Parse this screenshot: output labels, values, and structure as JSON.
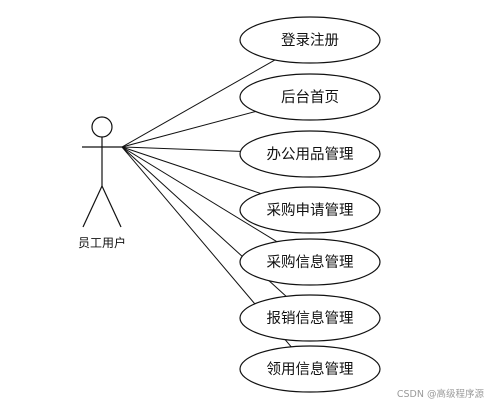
{
  "actor": {
    "label": "员工用户"
  },
  "use_cases": [
    {
      "label": "登录注册"
    },
    {
      "label": "后台首页"
    },
    {
      "label": "办公用品管理"
    },
    {
      "label": "采购申请管理"
    },
    {
      "label": "采购信息管理"
    },
    {
      "label": "报销信息管理"
    },
    {
      "label": "领用信息管理"
    }
  ],
  "watermark": "CSDN @高级程序源",
  "colors": {
    "stroke": "#111111",
    "background": "#ffffff"
  }
}
